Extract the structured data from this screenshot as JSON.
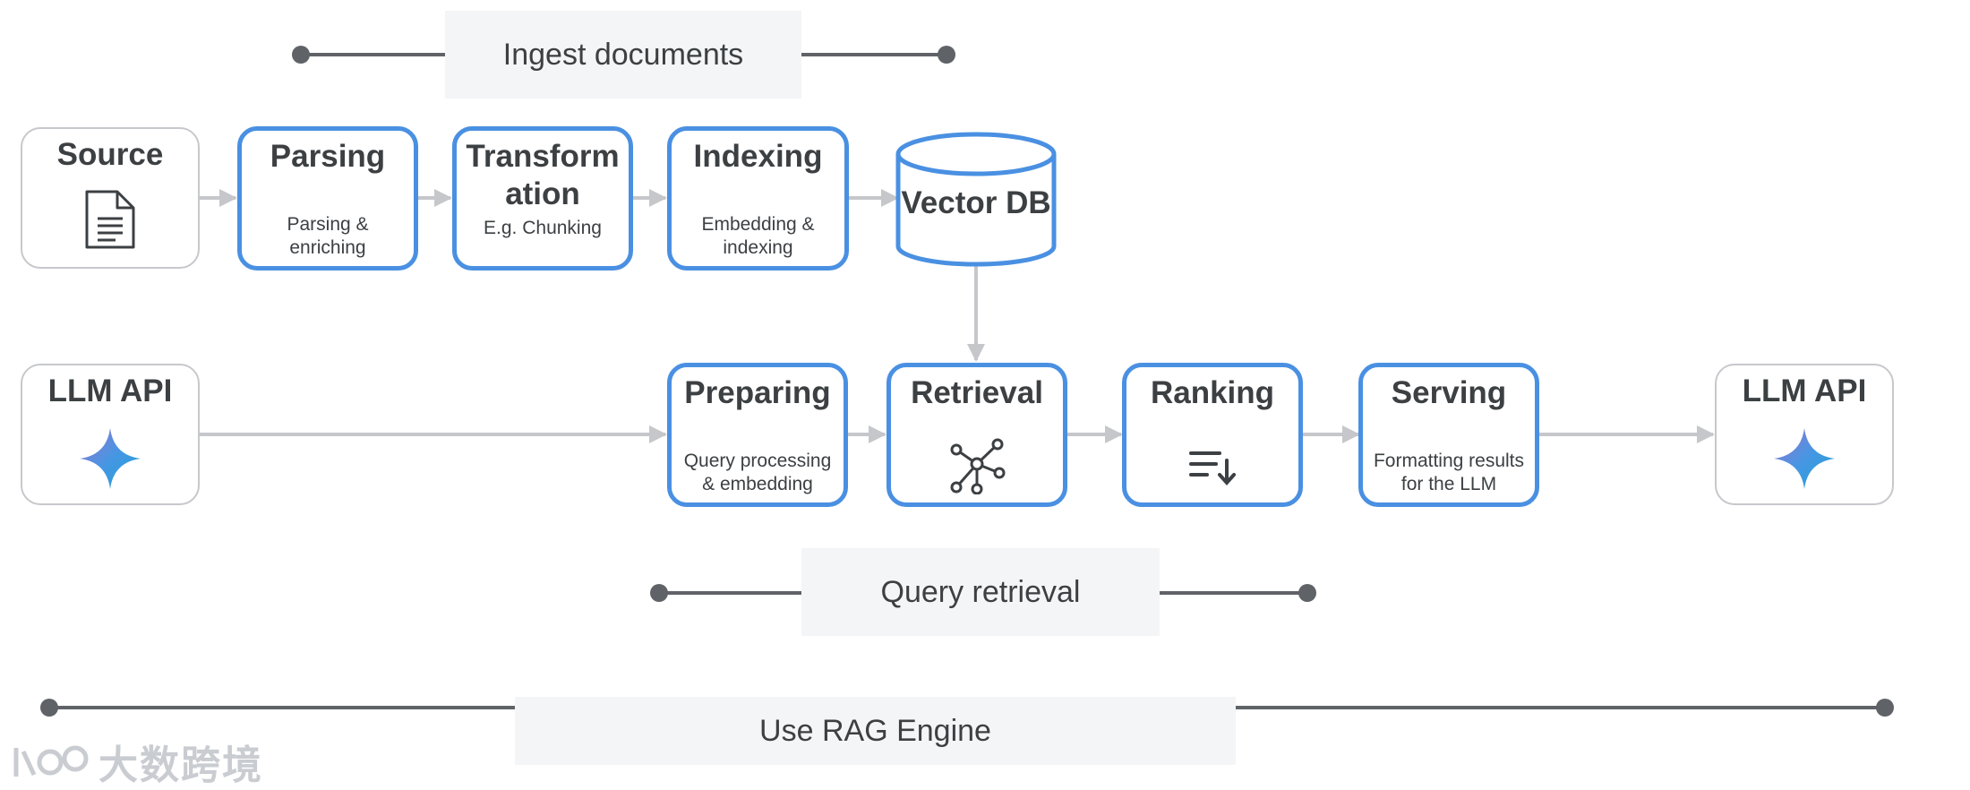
{
  "sections": {
    "ingest": "Ingest documents",
    "query": "Query retrieval",
    "use": "Use RAG Engine"
  },
  "ingest_row": {
    "source": {
      "title": "Source",
      "icon": "document-icon"
    },
    "parsing": {
      "title": "Parsing",
      "line1": "Parsing &",
      "line2": "enriching"
    },
    "transformation": {
      "title_line1": "Transform",
      "title_line2": "ation",
      "sub": "E.g. Chunking"
    },
    "indexing": {
      "title": "Indexing",
      "line1": "Embedding &",
      "line2": "indexing"
    },
    "vector_db": {
      "title": "Vector DB"
    }
  },
  "query_row": {
    "llm_in": {
      "title": "LLM API",
      "icon": "gemini-sparkle-icon"
    },
    "preparing": {
      "title": "Preparing",
      "line1": "Query processing",
      "line2": "& embedding"
    },
    "retrieval": {
      "title": "Retrieval",
      "icon": "network-nodes-icon"
    },
    "ranking": {
      "title": "Ranking",
      "icon": "sort-list-icon"
    },
    "serving": {
      "title": "Serving",
      "line1": "Formatting results",
      "line2": "for the LLM"
    },
    "llm_out": {
      "title": "LLM API",
      "icon": "gemini-sparkle-icon"
    }
  },
  "watermark": {
    "text": "大数跨境"
  },
  "colors": {
    "accent_blue": "#4a90e2",
    "border_grey": "#c6c8cc",
    "arrow_grey": "#c5c7cb",
    "timeline": "#5f6368",
    "pill_bg": "#f4f5f7"
  }
}
